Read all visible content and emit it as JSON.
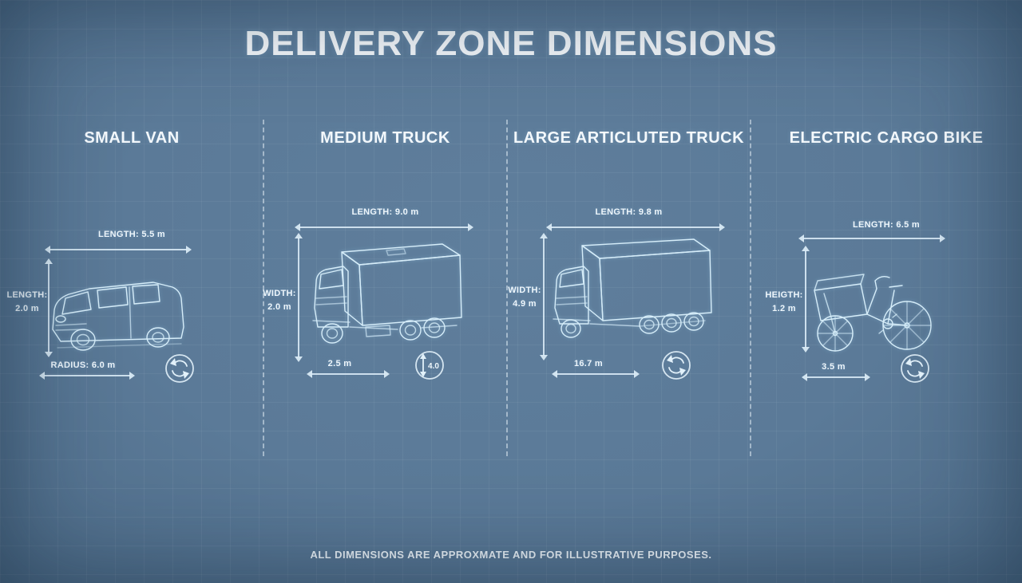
{
  "title": "DELIVERY ZONE DIMENSIONS",
  "footer": "ALL DIMENSIONS ARE APPROXMATE AND FOR ILLUSTRATIVE PURPOSES.",
  "columns": [
    {
      "name": "SMALL VAN",
      "top_label": "LENGTH: 5.5 m",
      "side_label": "LENGTH: 2.0 m",
      "bottom_label": "RADIUS: 6.0 m"
    },
    {
      "name": "MEDIUM TRUCK",
      "top_label": "LENGTH: 9.0 m",
      "side_label": "WIDTH: 2.0 m",
      "bottom_label": "2.5 m",
      "circle_value": "4.0"
    },
    {
      "name": "LARGE ARTICLUTED TRUCK",
      "top_label": "LENGTH: 9.8 m",
      "side_label": "WIDTH: 4.9 m",
      "bottom_label": "16.7 m"
    },
    {
      "name": "ELECTRIC CARGO BIKE",
      "top_label": "LENGTH: 6.5 m",
      "side_label": "HEIGTH: 1.2 m",
      "bottom_label": "3.5 m"
    }
  ],
  "colors": {
    "background": "#5b7a98",
    "line_art": "#d6edf9",
    "text": "#f2f7fb"
  }
}
